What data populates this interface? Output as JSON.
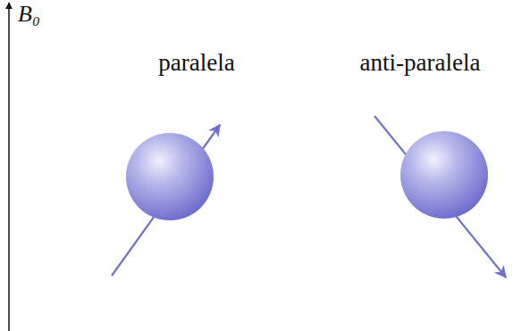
{
  "diagram": {
    "labels": [
      "B₀",
      "paralela",
      "anti-paralela"
    ]
  }
}
